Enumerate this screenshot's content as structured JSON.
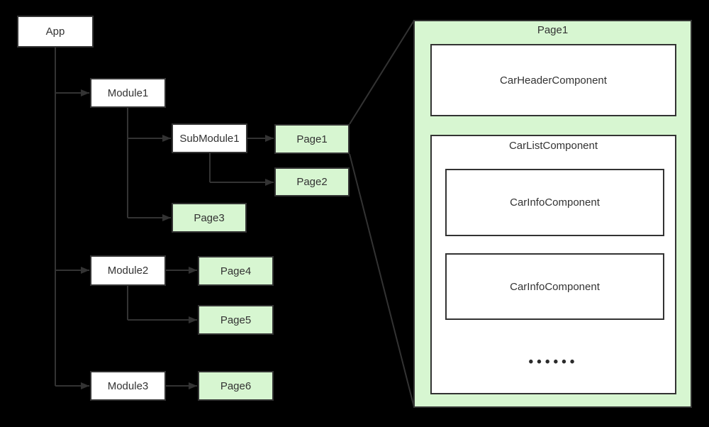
{
  "tree": {
    "nodes": [
      {
        "label": "App",
        "kind": "module"
      },
      {
        "label": "Module1",
        "kind": "module"
      },
      {
        "label": "SubModule1",
        "kind": "module"
      },
      {
        "label": "Page1",
        "kind": "page"
      },
      {
        "label": "Page2",
        "kind": "page"
      },
      {
        "label": "Page3",
        "kind": "page"
      },
      {
        "label": "Module2",
        "kind": "module"
      },
      {
        "label": "Page4",
        "kind": "page"
      },
      {
        "label": "Page5",
        "kind": "page"
      },
      {
        "label": "Module3",
        "kind": "module"
      },
      {
        "label": "Page6",
        "kind": "page"
      }
    ],
    "edges": [
      {
        "from": "App",
        "to": "Module1"
      },
      {
        "from": "App",
        "to": "Module2"
      },
      {
        "from": "App",
        "to": "Module3"
      },
      {
        "from": "Module1",
        "to": "SubModule1"
      },
      {
        "from": "Module1",
        "to": "Page3"
      },
      {
        "from": "SubModule1",
        "to": "Page1"
      },
      {
        "from": "SubModule1",
        "to": "Page2"
      },
      {
        "from": "Module2",
        "to": "Page4"
      },
      {
        "from": "Module2",
        "to": "Page5"
      },
      {
        "from": "Module3",
        "to": "Page6"
      }
    ],
    "expanded_node": "Page1"
  },
  "detail": {
    "title": "Page1",
    "header_label": "CarHeaderComponent",
    "list_label": "CarListComponent",
    "info_labels": [
      "CarInfoComponent",
      "CarInfoComponent"
    ],
    "ellipsis": "••••••"
  },
  "colors": {
    "background": "#000000",
    "module_fill": "#ffffff",
    "page_fill": "#d7f6d1",
    "line": "#333333",
    "text": "#333333"
  }
}
